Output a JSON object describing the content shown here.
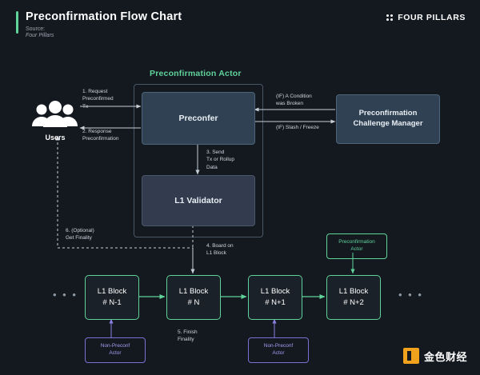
{
  "header": {
    "title": "Preconfirmation Flow Chart",
    "source_label": "Source:",
    "source_name": "Four Pillars",
    "brand": "FOUR PILLARS"
  },
  "diagram": {
    "group_label": "Preconfirmation Actor",
    "nodes": {
      "users": "Users",
      "preconfer": "Preconfer",
      "l1_validator": "L1 Validator",
      "challenge_manager_line1": "Preconfirmation",
      "challenge_manager_line2": "Challenge Manager"
    },
    "blocks": [
      {
        "line1": "L1 Block",
        "line2": "# N-1"
      },
      {
        "line1": "L1 Block",
        "line2": "# N"
      },
      {
        "line1": "L1 Block",
        "line2": "# N+1"
      },
      {
        "line1": "L1 Block",
        "line2": "# N+2"
      }
    ],
    "ellipsis_left": "• • •",
    "ellipsis_right": "• • •",
    "chips": [
      {
        "line1": "Non-Preconf",
        "line2": "Actor"
      },
      {
        "line1": "Non-Preconf",
        "line2": "Actor"
      },
      {
        "line1": "Preconfirmation",
        "line2": "Actor"
      }
    ],
    "edge_labels": {
      "request": "1. Request\nPreconfirmed\nTx",
      "response": "2. Response\nPreconfirmation",
      "send": "3. Send\nTx or Rollup\nData",
      "board": "4. Board on\nL1 Block",
      "finish": "5. Finish\nFinality",
      "finality": "6. (Optional)\nGet Finality",
      "condition_broken": "(IF) A Condition\nwas Broken",
      "slash_freeze": "(IF) Slash / Freeze"
    }
  },
  "footer": {
    "logo_text": "金色财经"
  },
  "colors": {
    "background": "#141920",
    "accent_green": "#5fd39a",
    "node_blue": "#2f4152",
    "node_dark": "#323c4e",
    "purple": "#7d6fd6",
    "orange": "#f0a21c"
  }
}
